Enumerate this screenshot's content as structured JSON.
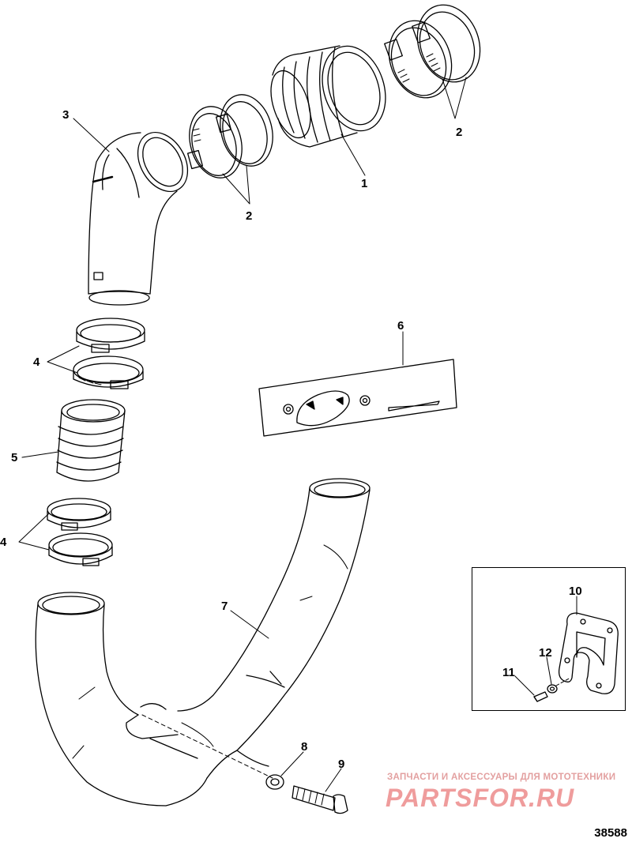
{
  "callouts": {
    "c1": "1",
    "c2a": "2",
    "c2b": "2",
    "c3": "3",
    "c4a": "4",
    "c4b": "4",
    "c5": "5",
    "c6": "6",
    "c7": "7",
    "c8": "8",
    "c9": "9",
    "c10": "10",
    "c11": "11",
    "c12": "12"
  },
  "watermark": {
    "top_text": "ЗАПЧАСТИ И АКСЕССУАРЫ ДЛЯ МОТОТЕХНИКИ",
    "main_text": "PARTSFOR.RU"
  },
  "reference_number": "38588",
  "colors": {
    "line": "#000000",
    "watermark": "#ef9c9c"
  }
}
